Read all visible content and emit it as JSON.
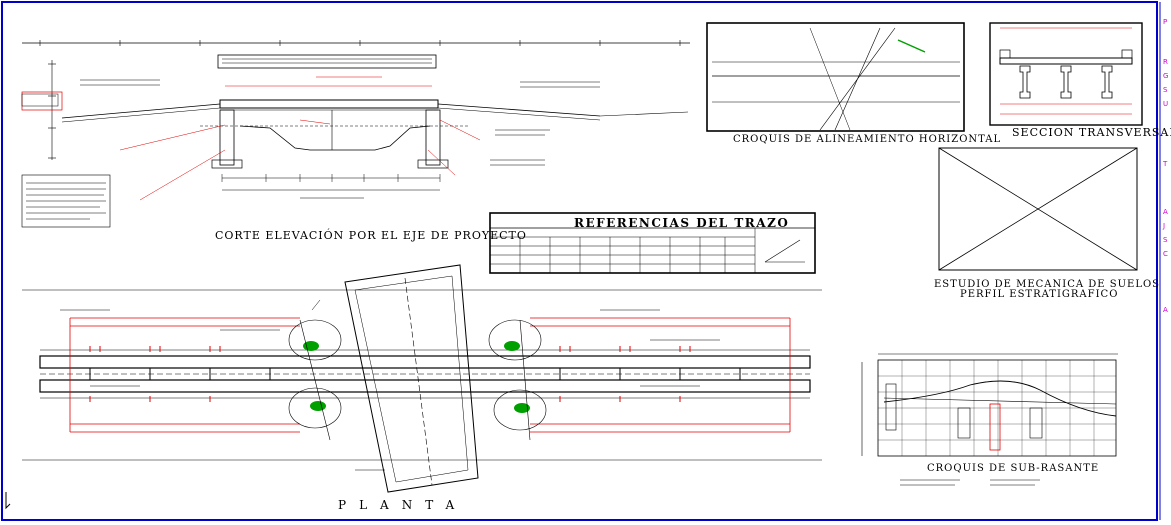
{
  "titles": {
    "corte": "CORTE ELEVACIÓN POR EL EJE DE PROYECTO",
    "croquis_alineamiento": "CROQUIS DE ALINEAMIENTO HORIZONTAL",
    "seccion": "SECCION TRANSVERSAL",
    "referencias": "REFERENCIAS DEL TRAZO",
    "estudio_line1": "ESTUDIO DE MECANICA DE SUELOS",
    "estudio_line2": "PERFIL ESTRATIGRAFICO",
    "subrasante": "CROQUIS DE SUB-RASANTE",
    "planta": "PLANTA"
  },
  "sidebar_letters": [
    "P",
    "R",
    "G",
    "S",
    "U",
    "T",
    "A",
    "J",
    "S",
    "C",
    "A"
  ],
  "colors": {
    "background": "#ffffff",
    "linework": "#000000",
    "dimension_red": "#e00000",
    "notes_green": "#00a000",
    "frame_blue": "#0000cc",
    "sidebar_magenta": "#d000d0"
  }
}
